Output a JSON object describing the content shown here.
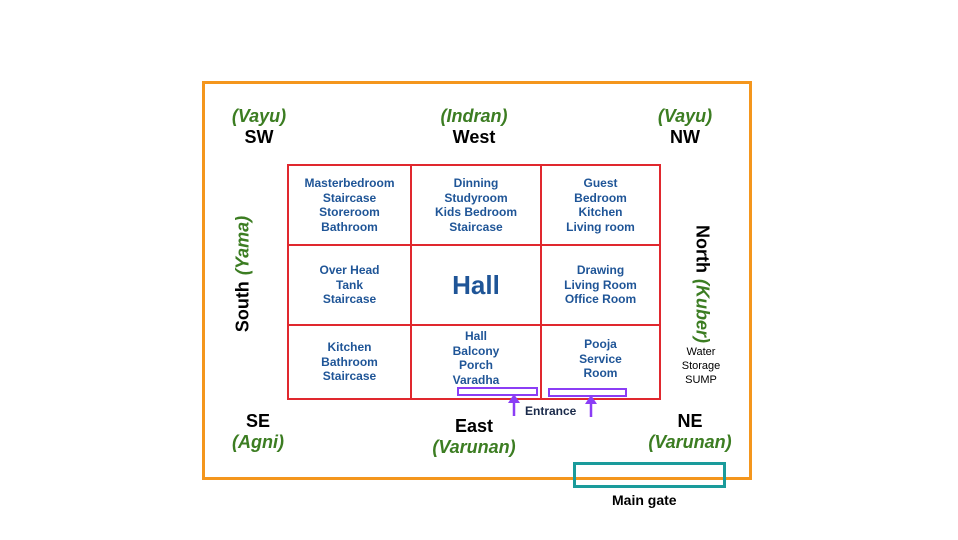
{
  "corners": {
    "sw": {
      "deity": "(Vayu)",
      "dir": "SW"
    },
    "west": {
      "deity": "(Indran)",
      "dir": "West"
    },
    "nw": {
      "deity": "(Vayu)",
      "dir": "NW"
    },
    "se": {
      "deity": "(Agni)",
      "dir": "SE"
    },
    "east": {
      "deity": "(Varunan)",
      "dir": "East"
    },
    "ne": {
      "deity": "(Varunan)",
      "dir": "NE"
    }
  },
  "sides": {
    "south": {
      "deity": "(Yama)",
      "dir": "South"
    },
    "north": {
      "deity": "(Kuber)",
      "dir": "North"
    }
  },
  "grid": {
    "r0c0": [
      "Masterbedroom",
      "Staircase",
      "Storeroom",
      "Bathroom"
    ],
    "r0c1": [
      "Dinning",
      "Studyroom",
      "Kids Bedroom",
      "Staircase"
    ],
    "r0c2": [
      "Guest",
      "Bedroom",
      "Kitchen",
      "Living room"
    ],
    "r1c0": [
      "Over Head",
      "Tank",
      "Staircase"
    ],
    "r1c1": "Hall",
    "r1c2": [
      "Drawing",
      "Living Room",
      "Office Room"
    ],
    "r2c0": [
      "Kitchen",
      "Bathroom",
      "Staircase"
    ],
    "r2c1": [
      "Hall",
      "Balcony",
      "Porch",
      "Varadha"
    ],
    "r2c2": [
      "Pooja",
      "Service",
      "Room"
    ]
  },
  "water": [
    "Water",
    "Storage",
    "SUMP"
  ],
  "entrance_label": "Entrance",
  "main_gate_label": "Main gate",
  "colors": {
    "outer_border": "#f4961d",
    "grid_border": "#e0282e",
    "room_text": "#1f5597",
    "deity_text": "#3c7d22",
    "entrance": "#8b3df5",
    "gate": "#1a9b9b"
  }
}
